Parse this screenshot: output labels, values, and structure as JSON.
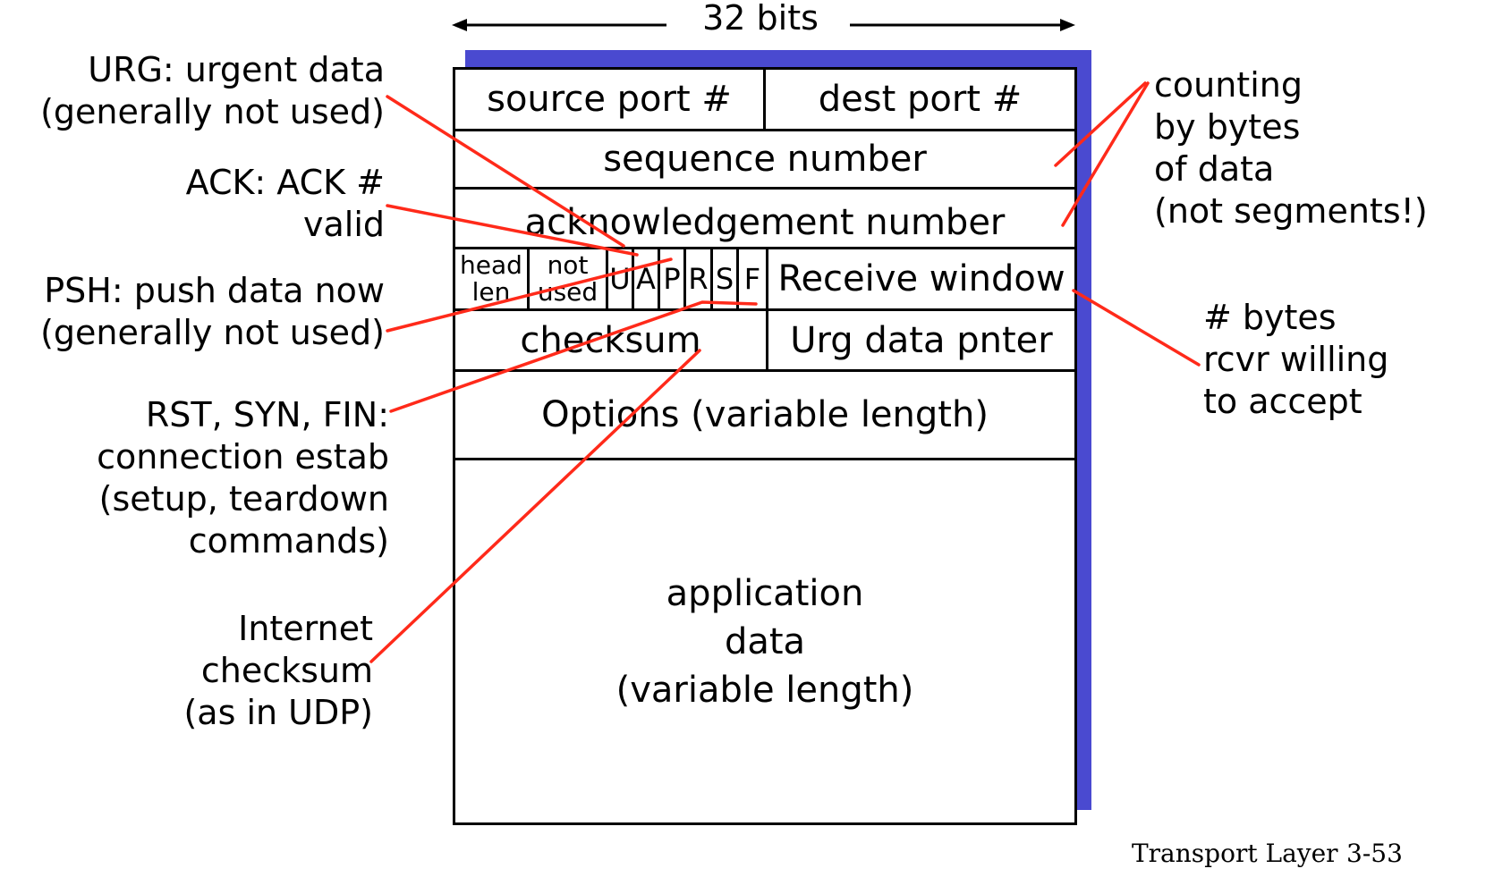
{
  "width_label": "32 bits",
  "header": {
    "source_port": "source port #",
    "dest_port": "dest port #",
    "sequence_number": "sequence number",
    "ack_number": "acknowledgement number",
    "head_len": [
      "head",
      "len"
    ],
    "not_used": [
      "not",
      "used"
    ],
    "flags": [
      "U",
      "A",
      "P",
      "R",
      "S",
      "F"
    ],
    "receive_window": "Receive window",
    "checksum": "checksum",
    "urg_pointer": "Urg data pnter",
    "options": "Options (variable length)",
    "app_data": [
      "application",
      "data",
      "(variable length)"
    ]
  },
  "annotations": {
    "urg": [
      "URG: urgent data",
      "(generally not used)"
    ],
    "ack": [
      "ACK: ACK #",
      "valid"
    ],
    "psh": [
      "PSH: push data now",
      "(generally not used)"
    ],
    "rst": [
      "RST, SYN, FIN:",
      "connection estab",
      "(setup, teardown",
      "commands)"
    ],
    "checksum_note": [
      "Internet",
      "checksum",
      "(as in UDP)"
    ],
    "counting": [
      "counting",
      "by bytes",
      "of data",
      "(not segments!)"
    ],
    "bytes_rcvr": [
      "# bytes",
      "rcvr willing",
      "to accept"
    ]
  },
  "footer": {
    "title": "Transport Layer",
    "page": "3-53"
  },
  "colors": {
    "shadow": "#4a4ad0",
    "pointer_lines": "#ff2a1a",
    "frame": "#000000"
  }
}
